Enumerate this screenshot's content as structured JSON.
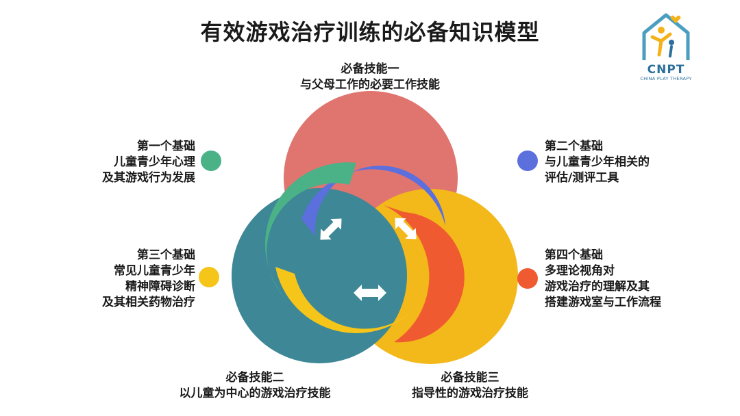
{
  "title": "有效游戏治疗训练的必备知识模型",
  "logo": {
    "brand": "CNPT",
    "subtitle": "CHINA PLAY THERAPY"
  },
  "skills": [
    {
      "heading": "必备技能一",
      "text": "与父母工作的必要工作技能",
      "color": "#e07570"
    },
    {
      "heading": "必备技能二",
      "text": "以儿童为中心的游戏治疗技能",
      "color": "#3d8796"
    },
    {
      "heading": "必备技能三",
      "text": "指导性的游戏治疗技能",
      "color": "#f3b81a"
    }
  ],
  "foundations": [
    {
      "lines": [
        "第一个基础",
        "儿童青少年心理",
        "及其游戏行为发展"
      ],
      "color": "#4bb187"
    },
    {
      "lines": [
        "第二个基础",
        "与儿童青少年相关的",
        "评估/测评工具"
      ],
      "color": "#5b6fdd"
    },
    {
      "lines": [
        "第三个基础",
        "常见儿童青少年",
        "精神障碍诊断",
        "及其相关药物治疗"
      ],
      "color": "#f5c51a"
    },
    {
      "lines": [
        "第四个基础",
        "多理论视角对",
        "游戏治疗的理解及其",
        "搭建游戏室与工作流程"
      ],
      "color": "#f05a30"
    }
  ]
}
